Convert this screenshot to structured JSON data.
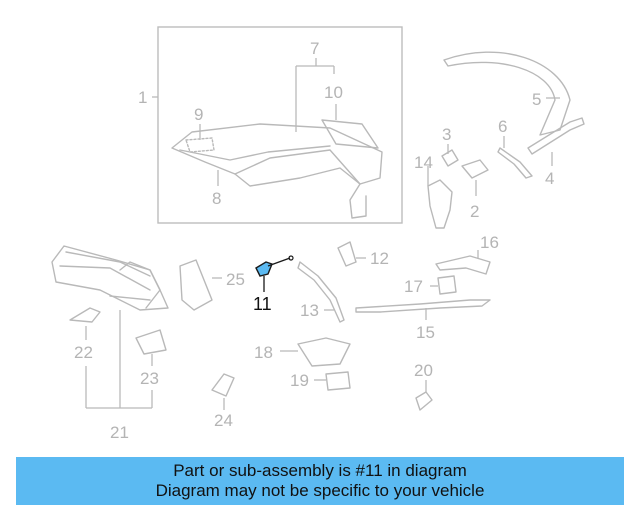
{
  "callouts": {
    "c1": "1",
    "c2": "2",
    "c3": "3",
    "c4": "4",
    "c5": "5",
    "c6": "6",
    "c7": "7",
    "c8": "8",
    "c9": "9",
    "c10": "10",
    "c11": "11",
    "c12": "12",
    "c13": "13",
    "c14": "14",
    "c15": "15",
    "c16": "16",
    "c17": "17",
    "c18": "18",
    "c19": "19",
    "c20": "20",
    "c21": "21",
    "c22": "22",
    "c23": "23",
    "c24": "24",
    "c25": "25"
  },
  "highlight_color": "#5bbaf2",
  "banner": {
    "line1": "Part or sub-assembly is #11 in diagram",
    "line2": "Diagram may not be specific to your vehicle"
  }
}
